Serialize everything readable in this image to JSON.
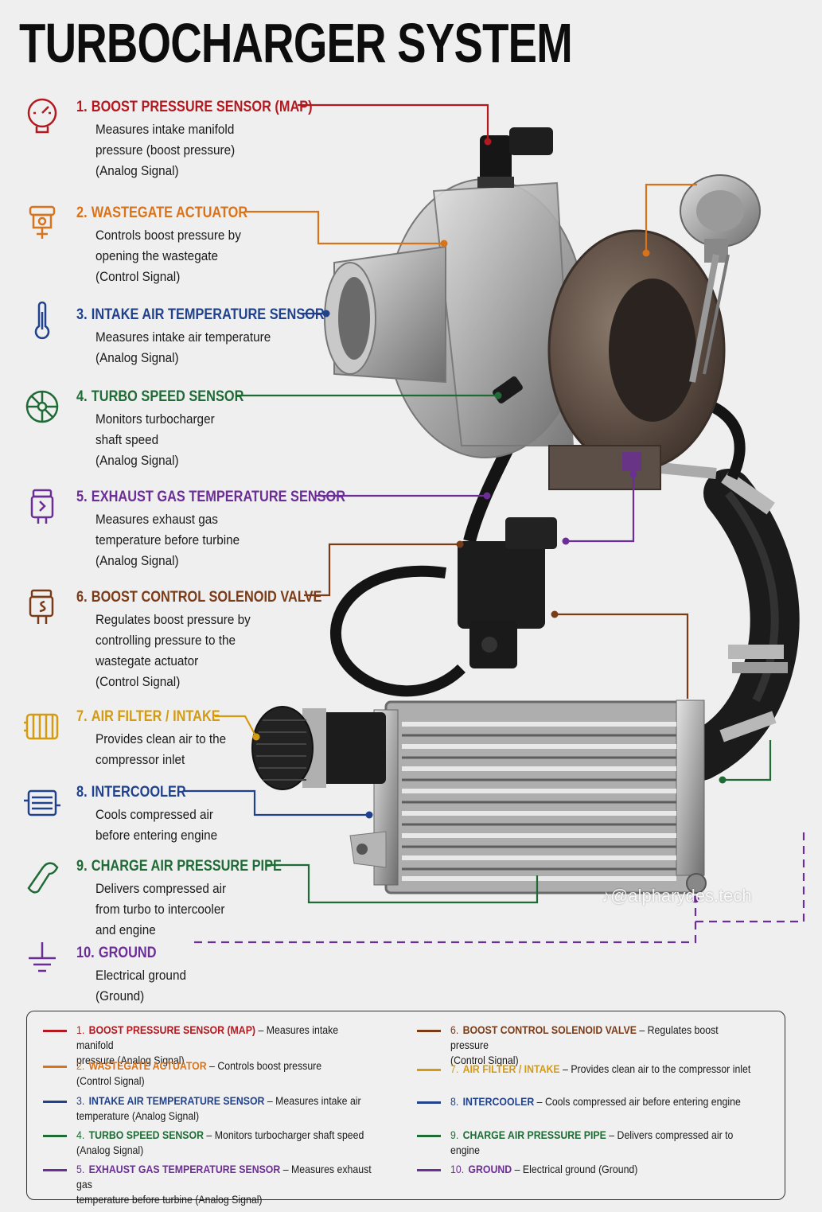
{
  "title": "TURBOCHARGER SYSTEM",
  "colors": {
    "c1": "#b3191f",
    "c2": "#d9731a",
    "c3": "#20428c",
    "c4": "#1f6b35",
    "c5": "#6b2d96",
    "c6": "#7a3b17",
    "c7": "#d49b12",
    "c8": "#20428c",
    "c9": "#1f6b35",
    "c10": "#6b2d96"
  },
  "callouts": [
    {
      "num": "1.",
      "name": "BOOST PRESSURE SENSOR (MAP)",
      "desc": [
        "Measures intake manifold",
        "pressure (boost pressure)",
        "(Analog Signal)"
      ],
      "icon": "pressure-gauge-icon"
    },
    {
      "num": "2.",
      "name": "WASTEGATE ACTUATOR",
      "desc": [
        "Controls boost pressure by",
        "opening the wastegate",
        "(Control Signal)"
      ],
      "icon": "actuator-icon"
    },
    {
      "num": "3.",
      "name": "INTAKE AIR TEMPERATURE SENSOR",
      "desc": [
        "Measures intake air temperature",
        "(Analog Signal)"
      ],
      "icon": "thermometer-icon"
    },
    {
      "num": "4.",
      "name": "TURBO SPEED SENSOR",
      "desc": [
        "Monitors turbocharger",
        "shaft speed",
        "(Analog Signal)"
      ],
      "icon": "turbine-icon"
    },
    {
      "num": "5.",
      "name": "EXHAUST GAS TEMPERATURE SENSOR",
      "desc": [
        "Measures exhaust gas",
        "temperature before turbine",
        "(Analog Signal)"
      ],
      "icon": "egt-sensor-icon"
    },
    {
      "num": "6.",
      "name": "BOOST CONTROL SOLENOID VALVE",
      "desc": [
        "Regulates boost pressure by",
        "controlling pressure to the",
        "wastegate actuator",
        "(Control Signal)"
      ],
      "icon": "solenoid-valve-icon"
    },
    {
      "num": "7.",
      "name": "AIR FILTER / INTAKE",
      "desc": [
        "Provides clean air to the",
        "compressor inlet"
      ],
      "icon": "air-filter-icon"
    },
    {
      "num": "8.",
      "name": "INTERCOOLER",
      "desc": [
        "Cools compressed air",
        "before entering engine"
      ],
      "icon": "intercooler-icon"
    },
    {
      "num": "9.",
      "name": "CHARGE AIR PRESSURE PIPE",
      "desc": [
        "Delivers compressed air",
        "from turbo to intercooler",
        "and engine"
      ],
      "icon": "pipe-icon"
    },
    {
      "num": "10.",
      "name": "GROUND",
      "desc": [
        "Electrical ground",
        "(Ground)"
      ],
      "icon": "ground-icon"
    }
  ],
  "legend": [
    {
      "num": "1.",
      "name": "BOOST PRESSURE SENSOR (MAP)",
      "sep": " – ",
      "desc1": "Measures intake manifold",
      "desc2": "pressure (Analog Signal)"
    },
    {
      "num": "2.",
      "name": "WASTEGATE ACTUATOR",
      "sep": " – ",
      "desc1": "Controls boost pressure",
      "desc2": "(Control Signal)"
    },
    {
      "num": "3.",
      "name": "INTAKE AIR TEMPERATURE SENSOR",
      "sep": " – ",
      "desc1": "Measures intake air",
      "desc2": "temperature (Analog Signal)"
    },
    {
      "num": "4.",
      "name": "TURBO SPEED SENSOR",
      "sep": " – ",
      "desc1": "Monitors turbocharger shaft speed",
      "desc2": "(Analog Signal)"
    },
    {
      "num": "5.",
      "name": "EXHAUST GAS TEMPERATURE SENSOR",
      "sep": " – ",
      "desc1": "Measures exhaust gas",
      "desc2": "temperature before turbine (Analog Signal)"
    },
    {
      "num": "6.",
      "name": "BOOST CONTROL SOLENOID VALVE",
      "sep": " – ",
      "desc1": "Regulates boost pressure",
      "desc2": "(Control Signal)"
    },
    {
      "num": "7.",
      "name": "AIR FILTER / INTAKE",
      "sep": " – ",
      "desc1": "Provides clean air to the compressor inlet",
      "desc2": ""
    },
    {
      "num": "8.",
      "name": "INTERCOOLER",
      "sep": " – ",
      "desc1": "Cools compressed air before entering engine",
      "desc2": ""
    },
    {
      "num": "9.",
      "name": "CHARGE AIR PRESSURE PIPE",
      "sep": " – ",
      "desc1": "Delivers compressed air to engine",
      "desc2": ""
    },
    {
      "num": "10.",
      "name": "GROUND",
      "sep": " – ",
      "desc1": "Electrical ground (Ground)",
      "desc2": ""
    }
  ],
  "watermark": "@alpharydes.tech"
}
